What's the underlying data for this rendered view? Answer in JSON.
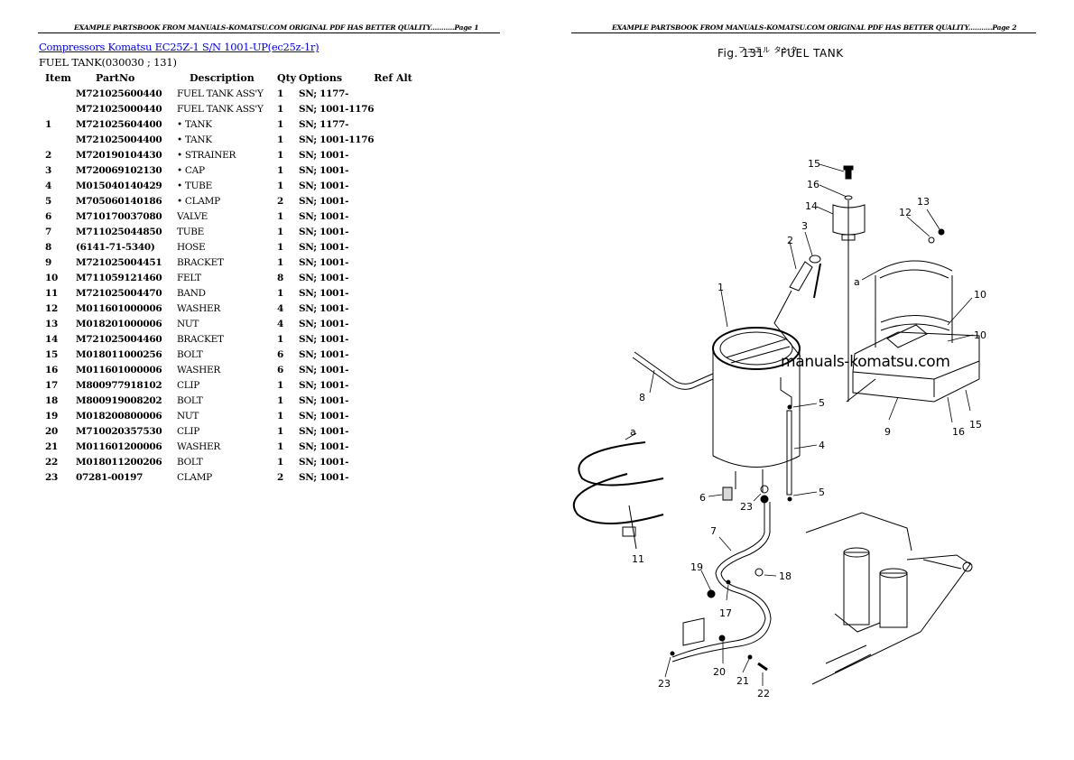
{
  "pages": {
    "left": {
      "banner": "EXAMPLE PARTSBOOK FROM MANUALS-KOMATSU.COM ORIGINAL PDF HAS BETTER QUALITY...........Page 1",
      "title_link": "Compressors Komatsu EC25Z-1 S/N 1001-UP(ec25z-1r)",
      "subtitle": "FUEL TANK(030030 ; 131)",
      "table": {
        "headers": [
          "Item",
          "PartNo",
          "Description",
          "Qty",
          "Options",
          "Ref Alt"
        ],
        "rows": [
          {
            "item": "",
            "part": "M721025600440",
            "desc": "FUEL TANK ASS'Y",
            "qty": "1",
            "opt": "SN; 1177-",
            "ref": ""
          },
          {
            "item": "",
            "part": "M721025000440",
            "desc": "FUEL TANK ASS'Y",
            "qty": "1",
            "opt": "SN; 1001-1176",
            "ref": ""
          },
          {
            "item": "1",
            "part": "M721025604400",
            "desc": "• TANK",
            "qty": "1",
            "opt": "SN; 1177-",
            "ref": ""
          },
          {
            "item": "",
            "part": "M721025004400",
            "desc": "• TANK",
            "qty": "1",
            "opt": "SN; 1001-1176",
            "ref": ""
          },
          {
            "item": "2",
            "part": "M720190104430",
            "desc": "• STRAINER",
            "qty": "1",
            "opt": "SN; 1001-",
            "ref": ""
          },
          {
            "item": "3",
            "part": "M720069102130",
            "desc": "• CAP",
            "qty": "1",
            "opt": "SN; 1001-",
            "ref": ""
          },
          {
            "item": "4",
            "part": "M015040140429",
            "desc": "• TUBE",
            "qty": "1",
            "opt": "SN; 1001-",
            "ref": ""
          },
          {
            "item": "5",
            "part": "M705060140186",
            "desc": "• CLAMP",
            "qty": "2",
            "opt": "SN; 1001-",
            "ref": ""
          },
          {
            "item": "6",
            "part": "M710170037080",
            "desc": "VALVE",
            "qty": "1",
            "opt": "SN; 1001-",
            "ref": ""
          },
          {
            "item": "7",
            "part": "M711025044850",
            "desc": "TUBE",
            "qty": "1",
            "opt": "SN; 1001-",
            "ref": ""
          },
          {
            "item": "8",
            "part": "(6141-71-5340)",
            "desc": "HOSE",
            "qty": "1",
            "opt": "SN; 1001-",
            "ref": ""
          },
          {
            "item": "9",
            "part": "M721025004451",
            "desc": "BRACKET",
            "qty": "1",
            "opt": "SN; 1001-",
            "ref": ""
          },
          {
            "item": "10",
            "part": "M711059121460",
            "desc": "FELT",
            "qty": "8",
            "opt": "SN; 1001-",
            "ref": ""
          },
          {
            "item": "11",
            "part": "M721025004470",
            "desc": "BAND",
            "qty": "1",
            "opt": "SN; 1001-",
            "ref": ""
          },
          {
            "item": "12",
            "part": "M011601000006",
            "desc": "WASHER",
            "qty": "4",
            "opt": "SN; 1001-",
            "ref": ""
          },
          {
            "item": "13",
            "part": "M018201000006",
            "desc": "NUT",
            "qty": "4",
            "opt": "SN; 1001-",
            "ref": ""
          },
          {
            "item": "14",
            "part": "M721025004460",
            "desc": "BRACKET",
            "qty": "1",
            "opt": "SN; 1001-",
            "ref": ""
          },
          {
            "item": "15",
            "part": "M018011000256",
            "desc": "BOLT",
            "qty": "6",
            "opt": "SN; 1001-",
            "ref": ""
          },
          {
            "item": "16",
            "part": "M011601000006",
            "desc": "WASHER",
            "qty": "6",
            "opt": "SN; 1001-",
            "ref": ""
          },
          {
            "item": "17",
            "part": "M800977918102",
            "desc": "CLIP",
            "qty": "1",
            "opt": "SN; 1001-",
            "ref": ""
          },
          {
            "item": "18",
            "part": "M800919008202",
            "desc": "BOLT",
            "qty": "1",
            "opt": "SN; 1001-",
            "ref": ""
          },
          {
            "item": "19",
            "part": "M018200800006",
            "desc": "NUT",
            "qty": "1",
            "opt": "SN; 1001-",
            "ref": ""
          },
          {
            "item": "20",
            "part": "M710020357530",
            "desc": "CLIP",
            "qty": "1",
            "opt": "SN; 1001-",
            "ref": ""
          },
          {
            "item": "21",
            "part": "M011601200006",
            "desc": "WASHER",
            "qty": "1",
            "opt": "SN; 1001-",
            "ref": ""
          },
          {
            "item": "22",
            "part": "M018011200206",
            "desc": "BOLT",
            "qty": "1",
            "opt": "SN; 1001-",
            "ref": ""
          },
          {
            "item": "23",
            "part": "07281-00197",
            "desc": "CLAMP",
            "qty": "2",
            "opt": "SN; 1001-",
            "ref": ""
          }
        ]
      }
    },
    "right": {
      "banner": "EXAMPLE PARTSBOOK FROM MANUALS-KOMATSU.COM ORIGINAL PDF HAS BETTER QUALITY...........Page 2",
      "figure": {
        "number": "Fig. 131",
        "title": "FUEL TANK",
        "title_jp": "フュエル タンク"
      },
      "watermark": "manuals-komatsu.com",
      "callouts": {
        "c1": "1",
        "c2": "2",
        "c3": "3",
        "c4": "4",
        "c5a": "5",
        "c5b": "5",
        "c6": "6",
        "c7": "7",
        "c8": "8",
        "c9": "9",
        "c10a": "10",
        "c10b": "10",
        "c11": "11",
        "c12": "12",
        "c13": "13",
        "c14": "14",
        "c15a": "15",
        "c15b": "15",
        "c16a": "16",
        "c16b": "16",
        "c17": "17",
        "c18": "18",
        "c19": "19",
        "c20": "20",
        "c21": "21",
        "c22": "22",
        "c23a": "23",
        "c23b": "23",
        "ca1": "a",
        "ca2": "a"
      }
    }
  },
  "colors": {
    "link": "#0000ee",
    "text": "#000000",
    "background": "#ffffff"
  }
}
